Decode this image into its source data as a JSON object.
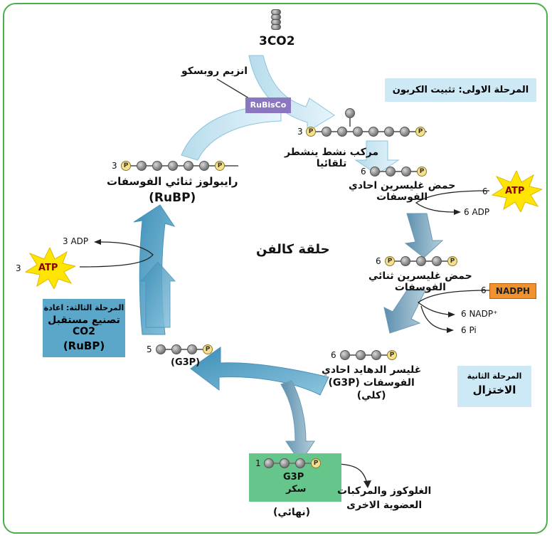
{
  "co2_input": "3CO2",
  "enzyme_label": "انزيم روبسكو",
  "enzyme_box": "RuBisCo",
  "stage1": "المرحلة الاولى: تثبيت الكربون",
  "stage2_title": "المرحلة الثانية",
  "stage2_name": "الاختزال",
  "stage3_line1": "المرحلة الثالثة: اعادة",
  "stage3_line2": "تصنيع مستقبل CO2",
  "stage3_line3": "(RuBP)",
  "cycle_name": "حلقة كالفن",
  "intermediate": {
    "count": "3",
    "line1": "مركب نشط ينشطر",
    "line2": "تلقائيا"
  },
  "pga": {
    "count": "6",
    "line1": "حمض غليسرين احادي",
    "line2": "الفوسفات"
  },
  "bpga": {
    "count": "6",
    "line1": "حمض غليسرين ثنائي",
    "line2": "الفوسفات"
  },
  "g3p_total": {
    "count": "6",
    "line1": "غليسر الدهايد احادي",
    "line2": "الفوسفات (G3P)",
    "line3": "(كلي)"
  },
  "g3p_recycle": {
    "count": "5",
    "label": "(G3P)"
  },
  "rubp": {
    "count": "3",
    "line1": "رايبولوز ثنائي الفوسفات",
    "line2": "(RuBP)"
  },
  "output": {
    "count": "1",
    "line1": "G3P",
    "line2": "سكر",
    "line3": "(نهائي)"
  },
  "products": {
    "line1": "الغلوكوز والمركبات",
    "line2": "العضوية الاخرى"
  },
  "atp_1": {
    "count": "6",
    "label": "ATP",
    "product": "6 ADP"
  },
  "nadph": {
    "count": "6",
    "label": "NADPH",
    "product1": "6 NADP⁺",
    "product2": "6 Pi"
  },
  "atp_2": {
    "count": "3",
    "label": "ATP",
    "product": "3 ADP"
  },
  "phosphate_symbol": "P",
  "colors": {
    "frame": "#4cae4c",
    "stage_light": "#cde9f6",
    "stage_dark": "#5aa7c9",
    "rubisco": "#8a77c0",
    "nadph": "#f0922e",
    "output": "#66c58a",
    "atp": "#ffe600"
  }
}
